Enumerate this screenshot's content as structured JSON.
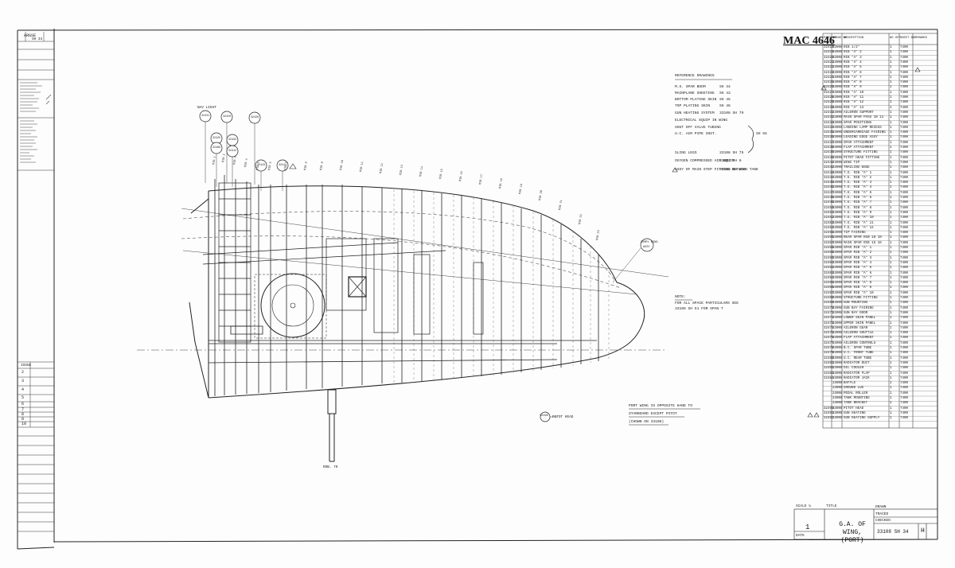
{
  "drawing": {
    "number_label": "MAC 4646",
    "title_line1": "G.A. OF WING,",
    "title_line2": "(PORT)",
    "scale_label": "SCALE ¼",
    "scale_value": "1",
    "title_label": "TITLE",
    "date_label": "DATE",
    "drawn_label": "DRAWN",
    "traced_label": "TRACED",
    "checked_label": "CHECKED",
    "drawing_number": "33108 SH 34",
    "revision": "H"
  },
  "schedule": {
    "headers": [
      "PART NO",
      "ISSUE NO",
      "DESCRIPTION",
      "NO OFF",
      "SHEET NO",
      "REMARKS"
    ],
    "rows": [
      [
        "32418",
        "33008",
        "RIB 1/2\"",
        "1",
        "7400",
        ""
      ],
      [
        "32419",
        "33008",
        "RIB \"A\" 2",
        "1",
        "7400",
        ""
      ],
      [
        "32420",
        "33008",
        "RIB \"A\" 3",
        "1",
        "7400",
        ""
      ],
      [
        "32421",
        "33008",
        "RIB \"A\" 4",
        "1",
        "7400",
        ""
      ],
      [
        "32422",
        "33008",
        "RIB \"A\" 5",
        "1",
        "7400",
        ""
      ],
      [
        "32423",
        "33008",
        "RIB \"A\" 6",
        "1",
        "7400",
        ""
      ],
      [
        "32424",
        "33008",
        "RIB \"A\" 7",
        "1",
        "7400",
        ""
      ],
      [
        "32425",
        "33008",
        "RIB \"A\" 8",
        "1",
        "7400",
        ""
      ],
      [
        "32426",
        "33008",
        "RIB \"A\" 9",
        "1",
        "7400",
        ""
      ],
      [
        "32427",
        "33008",
        "RIB \"A\" 10",
        "1",
        "7400",
        ""
      ],
      [
        "32428",
        "33008",
        "RIB \"A\" 11",
        "1",
        "7400",
        ""
      ],
      [
        "32429",
        "33008",
        "RIB \"A\" 12",
        "1",
        "7400",
        ""
      ],
      [
        "32430",
        "33008",
        "RIB \"A\" 13",
        "1",
        "7400",
        ""
      ],
      [
        "32431",
        "33008",
        "AILERON SUPPORT",
        "1",
        "7400",
        ""
      ],
      [
        "32432",
        "33008",
        "MAIN SPAR PASS 10 11",
        "1",
        "7400",
        ""
      ],
      [
        "32433",
        "33008",
        "SPAR POSITIONS",
        "1",
        "7400",
        ""
      ],
      [
        "32434",
        "33008",
        "LANDING LAMP RECESS",
        "1",
        "7400",
        ""
      ],
      [
        "32435",
        "33008",
        "UNDERCARRIAGE FAIRING",
        "1",
        "7400",
        ""
      ],
      [
        "32436",
        "33008",
        "LEADING EDGE ASSY",
        "1",
        "7400",
        ""
      ],
      [
        "32437",
        "33008",
        "SPAR ATTACHMENT",
        "1",
        "7400",
        ""
      ],
      [
        "32438",
        "33008",
        "FLAP ATTACHMENT",
        "1",
        "7400",
        ""
      ],
      [
        "32439",
        "33008",
        "STRUCTURE FITTING",
        "1",
        "7400",
        ""
      ],
      [
        "32440",
        "33008",
        "PITOT HEAD FITTING",
        "1",
        "7400",
        ""
      ],
      [
        "32441",
        "33008",
        "WING TIP",
        "1",
        "7400",
        ""
      ],
      [
        "32442",
        "33008",
        "TRAILING EDGE",
        "1",
        "7400",
        ""
      ],
      [
        "32443",
        "33008",
        "T.E. RIB \"A\" 1",
        "1",
        "7400",
        ""
      ],
      [
        "32444",
        "33008",
        "T.E. RIB \"A\" 2",
        "1",
        "7400",
        ""
      ],
      [
        "32445",
        "33008",
        "T.E. RIB \"A\" 3",
        "1",
        "7400",
        ""
      ],
      [
        "32446",
        "33008",
        "T.E. RIB \"A\" 4",
        "1",
        "7400",
        ""
      ],
      [
        "32447",
        "33008",
        "T.E. RIB \"A\" 5",
        "1",
        "7400",
        ""
      ],
      [
        "32448",
        "33008",
        "T.E. RIB \"A\" 6",
        "1",
        "7400",
        ""
      ],
      [
        "32449",
        "33008",
        "T.E. RIB \"A\" 7",
        "1",
        "7400",
        ""
      ],
      [
        "32450",
        "33008",
        "T.E. RIB \"A\" 8",
        "1",
        "7400",
        ""
      ],
      [
        "32451",
        "33008",
        "T.E. RIB \"A\" 9",
        "1",
        "7400",
        ""
      ],
      [
        "32452",
        "33008",
        "T.E. RIB \"A\" 10",
        "1",
        "7400",
        ""
      ],
      [
        "32453",
        "33008",
        "T.E. RIB \"A\" 11",
        "1",
        "7400",
        ""
      ],
      [
        "32454",
        "33008",
        "T.E. RIB \"A\" 12",
        "1",
        "7400",
        ""
      ],
      [
        "32455",
        "33008",
        "TIP FAIRING",
        "1",
        "7400",
        ""
      ],
      [
        "32456",
        "33008",
        "REAR SPAR RIB 18 19",
        "1",
        "7400",
        ""
      ],
      [
        "32457",
        "33008",
        "MAIN SPAR RIB 15 16",
        "1",
        "7400",
        ""
      ],
      [
        "32458",
        "33008",
        "SPAR RIB \"A\" 1",
        "1",
        "7400",
        ""
      ],
      [
        "32459",
        "33008",
        "SPAR RIB \"A\" 2",
        "1",
        "7400",
        ""
      ],
      [
        "32460",
        "33008",
        "SPAR RIB \"A\" 3",
        "1",
        "7400",
        ""
      ],
      [
        "32461",
        "33008",
        "SPAR RIB \"A\" 4",
        "1",
        "7400",
        ""
      ],
      [
        "32462",
        "33008",
        "SPAR RIB \"A\" 5",
        "1",
        "7400",
        ""
      ],
      [
        "32463",
        "33008",
        "SPAR RIB \"A\" 6",
        "1",
        "7400",
        ""
      ],
      [
        "32464",
        "33008",
        "SPAR RIB \"A\" 7",
        "1",
        "7400",
        ""
      ],
      [
        "32465",
        "33008",
        "SPAR RIB \"A\" 8",
        "1",
        "7400",
        ""
      ],
      [
        "32466",
        "33008",
        "SPAR RIB \"A\" 9",
        "1",
        "7400",
        ""
      ],
      [
        "32467",
        "33008",
        "SPAR RIB \"A\" 10",
        "1",
        "7400",
        ""
      ],
      [
        "32468",
        "33008",
        "STRUCTURE FITTING",
        "1",
        "7400",
        ""
      ],
      [
        "32469",
        "33008",
        "GUN MOUNTING",
        "1",
        "7400",
        ""
      ],
      [
        "32470",
        "33008",
        "GUN BAY FAIRING",
        "1",
        "7400",
        ""
      ],
      [
        "32471",
        "33008",
        "GUN BAY DOOR",
        "1",
        "7400",
        ""
      ],
      [
        "32472",
        "33008",
        "LOWER SKIN PANEL",
        "1",
        "7400",
        ""
      ],
      [
        "32473",
        "33008",
        "UPPER SKIN PANEL",
        "1",
        "7400",
        ""
      ],
      [
        "32474",
        "33008",
        "AILERON GEAR",
        "1",
        "7400",
        ""
      ],
      [
        "32475",
        "33008",
        "AILERON SHUTTLE",
        "1",
        "7400",
        ""
      ],
      [
        "32476",
        "33008",
        "FLAP ATTACHMENT",
        "1",
        "7400",
        ""
      ],
      [
        "32477",
        "33008",
        "AILERON CONTROLS",
        "1",
        "7400",
        ""
      ],
      [
        "32478",
        "33008",
        "B.C. SPAR TUBE",
        "1",
        "7400",
        ""
      ],
      [
        "32479",
        "33008",
        "U.C. FRONT TUBE",
        "1",
        "7400",
        ""
      ],
      [
        "32480",
        "33008",
        "U.C. REAR TUBE",
        "1",
        "7400",
        ""
      ],
      [
        "32481",
        "33008",
        "RADIATOR DUCT",
        "1",
        "7400",
        ""
      ],
      [
        "32482",
        "33008",
        "OIL COOLER",
        "1",
        "7400",
        ""
      ],
      [
        "32483",
        "33008",
        "RADIATOR FLAP",
        "1",
        "7400",
        ""
      ],
      [
        "32484",
        "33008",
        "RADIATOR JACK",
        "1",
        "7400",
        ""
      ],
      [
        "",
        "33008",
        "BAFFLE",
        "1",
        "7400",
        ""
      ],
      [
        "",
        "33008",
        "GROUND LUG",
        "1",
        "7400",
        ""
      ],
      [
        "",
        "33008",
        "PEDAL ROLLER",
        "1",
        "7400",
        ""
      ],
      [
        "",
        "33008",
        "TANK MOUNTING",
        "1",
        "7400",
        ""
      ],
      [
        "",
        "33008",
        "TANK BRACKET",
        "1",
        "7400",
        ""
      ],
      [
        "32490",
        "33008",
        "PITOT HEAD",
        "1",
        "7400",
        ""
      ],
      [
        "32491",
        "33008",
        "GUN HEATING",
        "1",
        "7400",
        ""
      ],
      [
        "32492",
        "33008",
        "GUN HEATING SUPPLY",
        "1",
        "7400",
        ""
      ]
    ]
  },
  "reference": {
    "heading": "REFERENCE DRAWINGS",
    "items": [
      [
        "M.S. SPAR BOOM",
        "SH 34"
      ],
      [
        "MAINPLANE SHEETING",
        "SH 43"
      ],
      [
        "BOTTOM PLATING SKIN",
        "SH 45"
      ],
      [
        "TOP PLATING SKIN",
        "SH 46"
      ],
      [
        "GUN HEATING SYSTEM",
        "33108 SH 79"
      ],
      [
        "ELECTRICAL EQUIP IN WING",
        ""
      ],
      [
        "SHUT OFF VALVE TUBING",
        ""
      ],
      [
        "U.C. AIR PIPE INST.",
        "SH 55"
      ],
      [
        "SLING LEGS",
        "33108 SH 75"
      ],
      [
        "OXYGEN COMPRESSED AIR EQUIP.",
        "33402 SH 8"
      ],
      [
        "ASSY OF MAIN STEP FITTING BETWEEN TANK",
        "33108 SH 216"
      ]
    ]
  },
  "notes": {
    "heading": "NOTE:",
    "line1": "FOR ALL SPACE PARTICULARS SEE",
    "line2": "33108 SH 51 FOR SPAN T",
    "port_note_1": "PORT WING IS OPPOSITE HAND TO",
    "port_note_2": "STARBOARD EXCEPT PITOT",
    "port_note_3": "(CHOWN ON 33108)",
    "pitot_label": "PITOT HEAD",
    "pitot_tag": "32490",
    "nav_label": "NAV LIGHT",
    "bottom_callout": "ROB. 70",
    "right_callout_1": "COMPL WING",
    "right_callout_2": "ASSY"
  },
  "balloons": [
    "32431",
    "32420",
    "32426",
    "32425",
    "32433",
    "32469",
    "32412",
    "32443",
    "32411",
    "32444",
    "32488"
  ],
  "station_labels": [
    "RIB 1",
    "RIB 2",
    "RIB 3",
    "RIB 4",
    "RIB 5",
    "RIB 6",
    "RIB 7",
    "RIB 8",
    "RIB 9",
    "RIB 10",
    "RIB 11",
    "RIB 12",
    "RIB 13",
    "RIB 14",
    "RIB 15",
    "RIB 16",
    "RIB 17",
    "RIB 18",
    "RIB 19",
    "RIB 20",
    "RIB 21",
    "RIB 22",
    "RIB 23"
  ],
  "left_strip": {
    "top_label_1": "ARGSE",
    "top_label_2": "SH 34",
    "mid_label": "ISSUE",
    "issue_rows": [
      "2",
      "3",
      "4",
      "5",
      "6",
      "7",
      "8",
      "9",
      "10"
    ]
  }
}
